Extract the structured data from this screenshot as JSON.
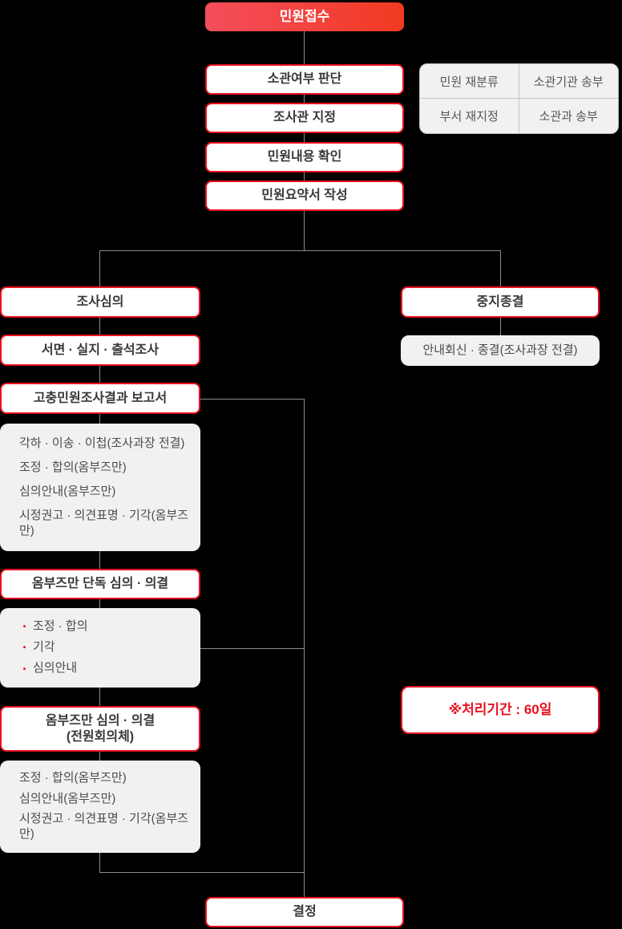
{
  "colors": {
    "background": "#000000",
    "accent_red": "#e8111f",
    "start_gradient_left": "#f44d5c",
    "start_gradient_right": "#f23a22",
    "gray_box_bg": "#f1f1ef",
    "connector_gray": "#8c8c8c",
    "box_text": "#383838",
    "gray_text": "#4b4b4b"
  },
  "icons": {
    "bullet": "·"
  },
  "flow": {
    "start_label": "민원접수",
    "steps": [
      "소관여부 판단",
      "조사관 지정",
      "민원내용 확인",
      "민원요약서 작성"
    ],
    "end_label": "결정"
  },
  "routing_table": {
    "rows": [
      [
        "민원 재분류",
        "소관기관 송부"
      ],
      [
        "부서 재지정",
        "소관과 송부"
      ]
    ]
  },
  "left_branch": {
    "review": "조사심의",
    "investigation": "서면 · 실지 · 출석조사",
    "report": "고충민원조사결과 보고서",
    "report_outcomes": [
      "각하 · 이송 · 이첩(조사과장 전결)",
      "조정 · 합의(옴부즈만)",
      "심의안내(옴부즈만)",
      "시정권고 · 의견표명 · 기각(옴부즈만)"
    ],
    "ombudsman_single": "옴부즈만 단독 심의 · 의결",
    "single_outcomes": [
      "조정 · 합의",
      "기각",
      "심의안내"
    ],
    "ombudsman_full_line1": "옴부즈만 심의  · 의결",
    "ombudsman_full_line2": "(전원회의체)",
    "full_outcomes": [
      "조정 · 합의(옴부즈만)",
      "심의안내(옴부즈만)",
      "시정권고 · 의견표명 · 기각(옴부즈만)"
    ]
  },
  "right_branch": {
    "stop": "중지종결",
    "stop_note": "안내회신 · 종결(조사과장 전결)",
    "processing_period": "※처리기간 : 60일"
  }
}
